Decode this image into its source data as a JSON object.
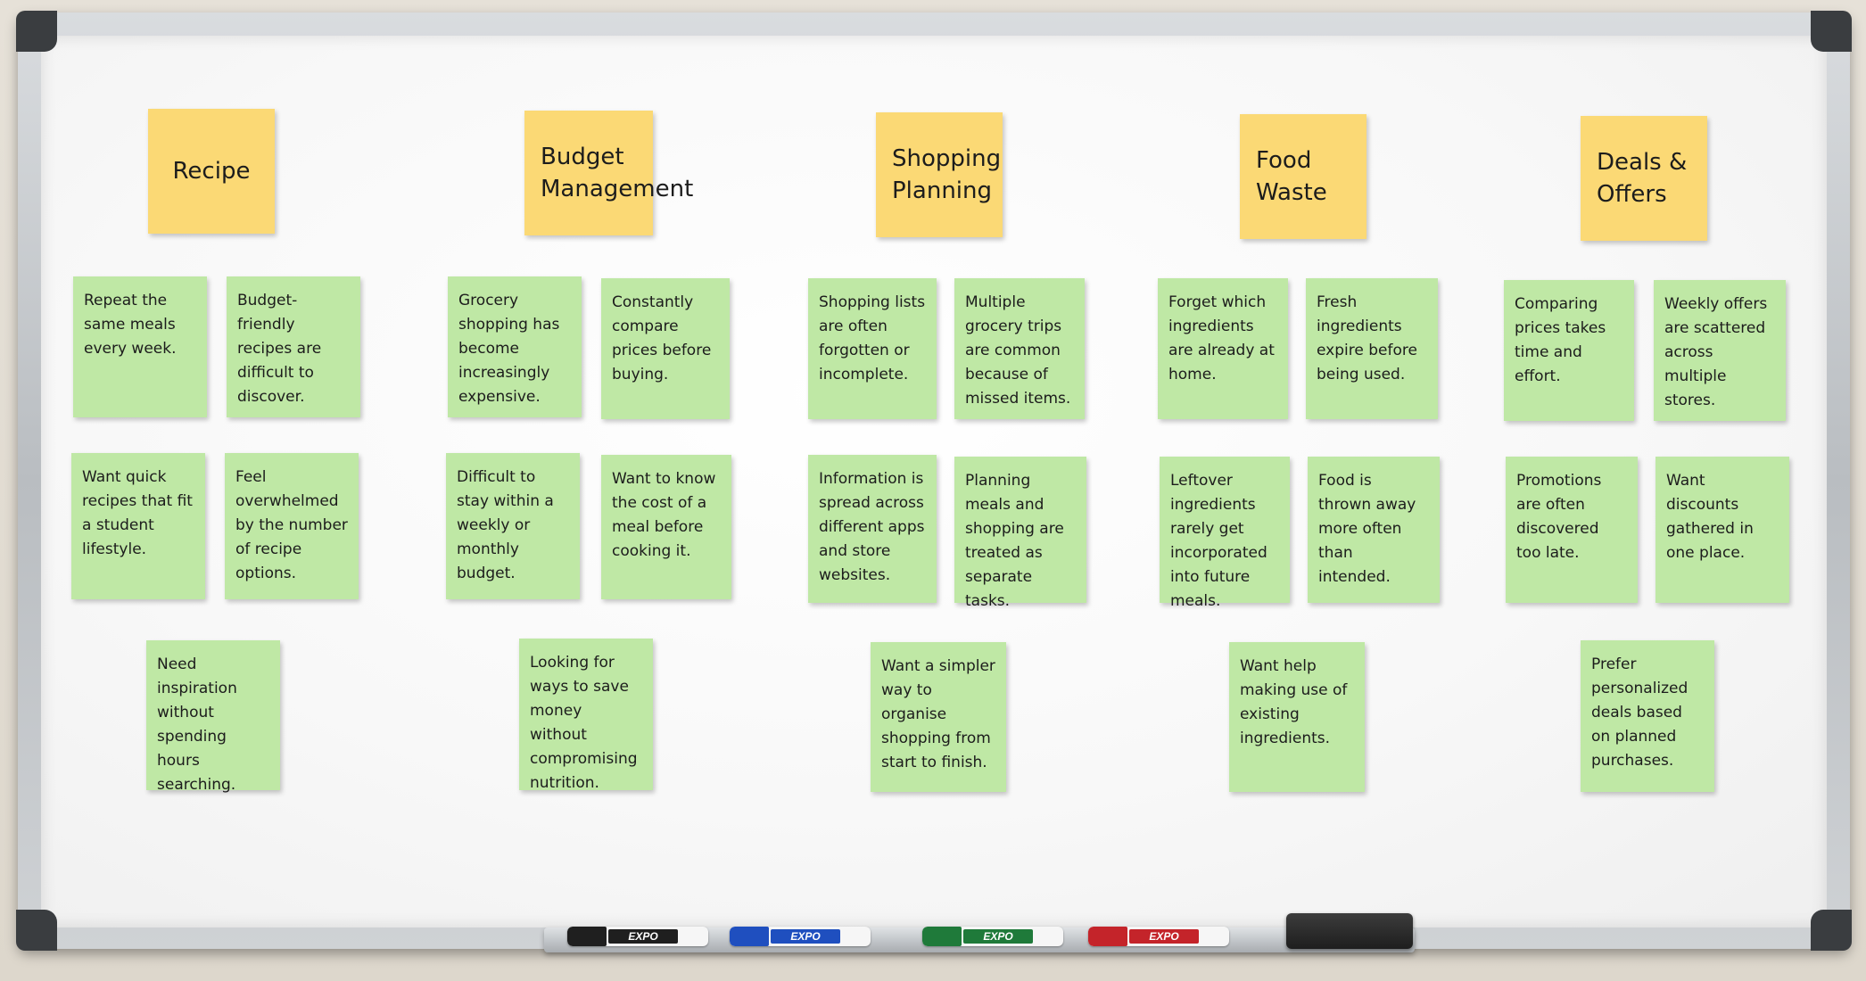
{
  "board": {
    "categories": [
      {
        "title": "Recipe",
        "notes": [
          "Repeat the same meals every week.",
          "Budget-friendly recipes are difficult to discover.",
          "Want quick recipes that fit a student lifestyle.",
          "Feel overwhelmed by the number of recipe options.",
          "Need inspiration without spending hours searching."
        ]
      },
      {
        "title": "Budget Management",
        "notes": [
          "Grocery shopping has become increasingly expensive.",
          "Constantly compare prices before buying.",
          "Difficult to stay within a weekly or monthly budget.",
          "Want to know the cost of a meal before cooking it.",
          "Looking for ways to save money without compromising nutrition."
        ]
      },
      {
        "title": "Shopping Planning",
        "notes": [
          "Shopping lists are often forgotten or incomplete.",
          "Multiple grocery trips are common because of missed items.",
          "Information is spread across different apps and store websites.",
          "Planning meals and shopping are treated as separate tasks.",
          "Want a simpler way to organise shopping from start to finish."
        ]
      },
      {
        "title": "Food Waste",
        "notes": [
          "Forget which ingredients are already at home.",
          "Fresh ingredients expire before being used.",
          "Leftover ingredients rarely get incorporated into future meals.",
          "Food is thrown away more often than intended.",
          "Want help making use of existing ingredients."
        ]
      },
      {
        "title": "Deals & Offers",
        "notes": [
          "Comparing prices takes time and effort.",
          "Weekly offers are scattered across multiple stores.",
          "Promotions are often discovered too late.",
          "Want discounts gathered in one place.",
          "Prefer personalized deals based on planned purchases."
        ]
      }
    ]
  },
  "markers": [
    {
      "brand": "EXPO",
      "color": "#1f1f1f"
    },
    {
      "brand": "EXPO",
      "color": "#1f4fbf"
    },
    {
      "brand": "EXPO",
      "color": "#1f7a3a"
    },
    {
      "brand": "EXPO",
      "color": "#c4242a"
    }
  ],
  "colors": {
    "header_note": "#fbd975",
    "item_note": "#bfe8a5"
  }
}
